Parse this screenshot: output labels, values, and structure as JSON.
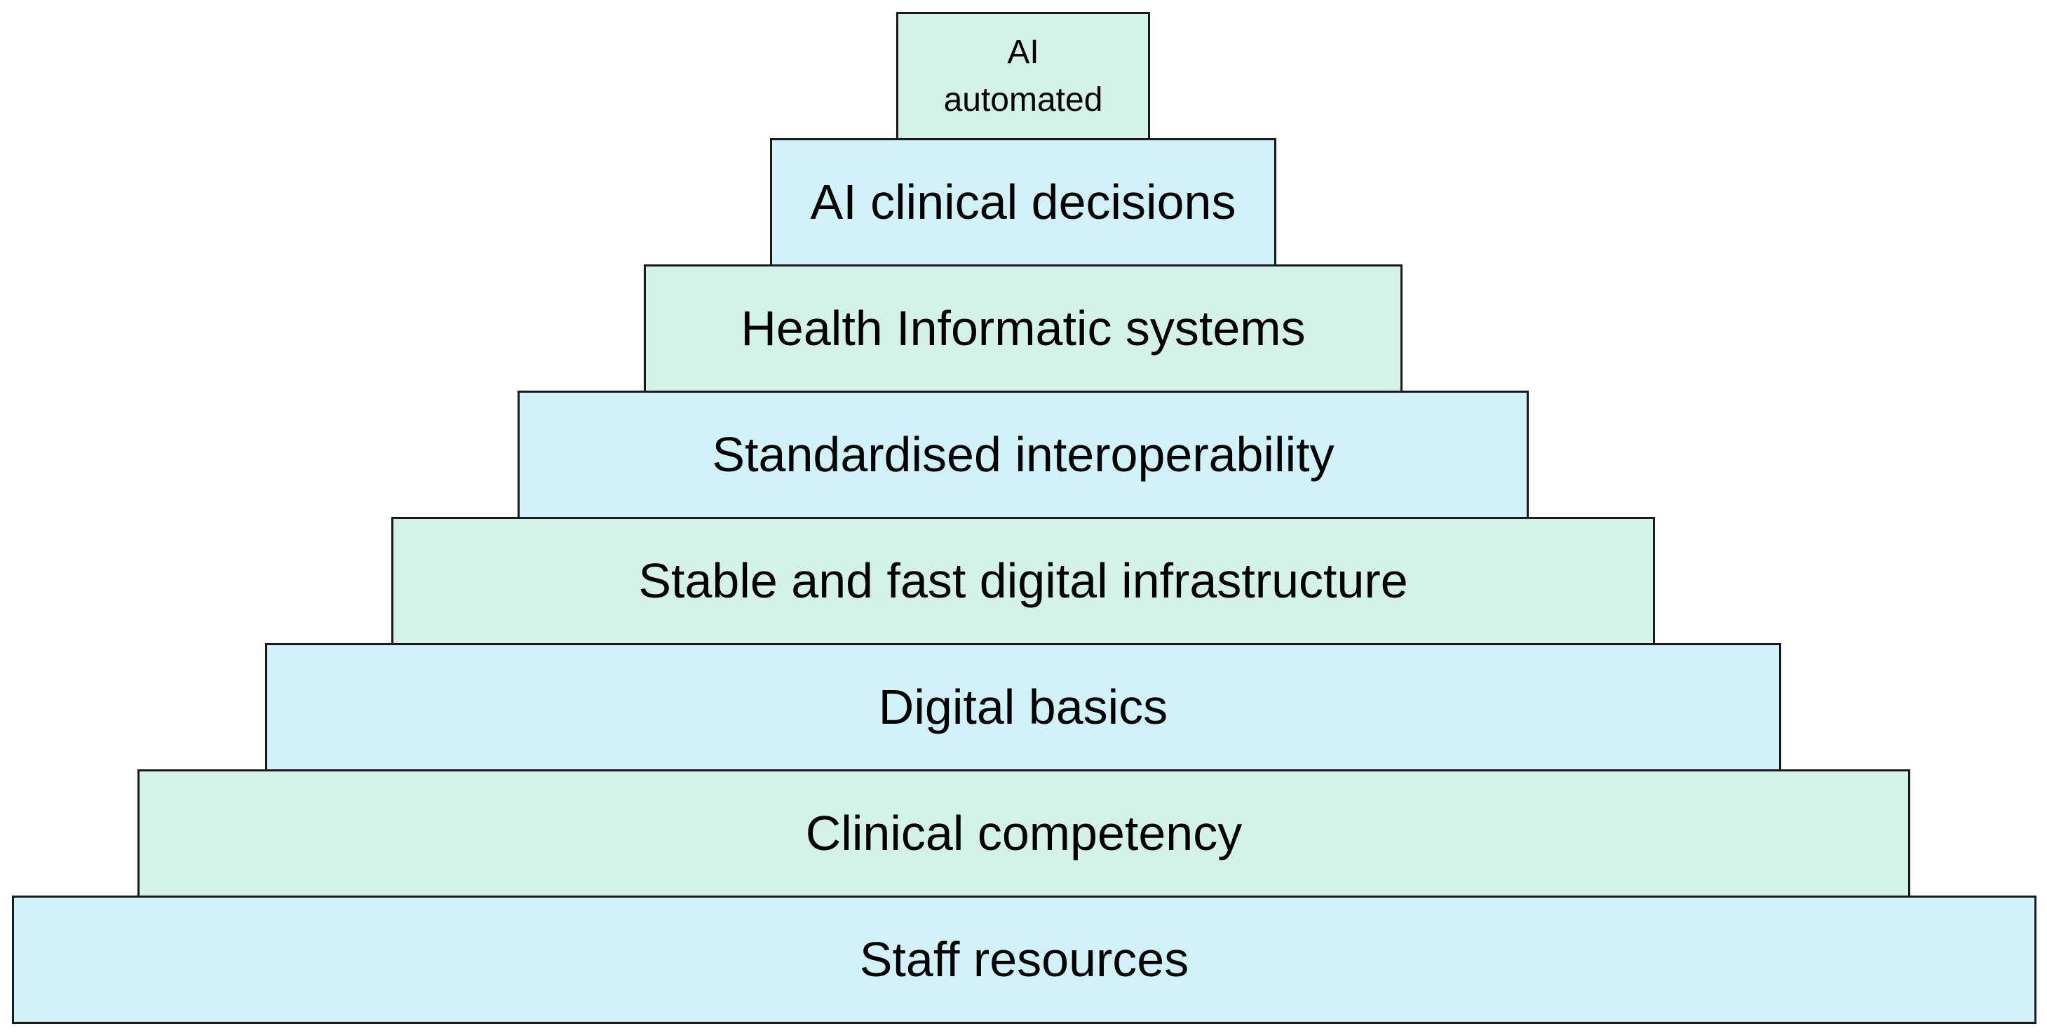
{
  "colors": {
    "mint": "#d4f2e8",
    "light_blue": "#d0f2f8",
    "border": "#1a1a1a"
  },
  "pyramid": {
    "tiers": [
      {
        "label": "AI\nautomated",
        "color": "#d4f2e8"
      },
      {
        "label": "AI clinical decisions",
        "color": "#d0f2f8"
      },
      {
        "label": "Health Informatic systems",
        "color": "#d4f2e8"
      },
      {
        "label": "Standardised interoperability",
        "color": "#d0f2f8"
      },
      {
        "label": "Stable and fast digital infrastructure",
        "color": "#d4f2e8"
      },
      {
        "label": "Digital basics",
        "color": "#d0f2f8"
      },
      {
        "label": "Clinical competency",
        "color": "#d4f2e8"
      },
      {
        "label": "Staff resources",
        "color": "#d0f2f8"
      }
    ]
  }
}
